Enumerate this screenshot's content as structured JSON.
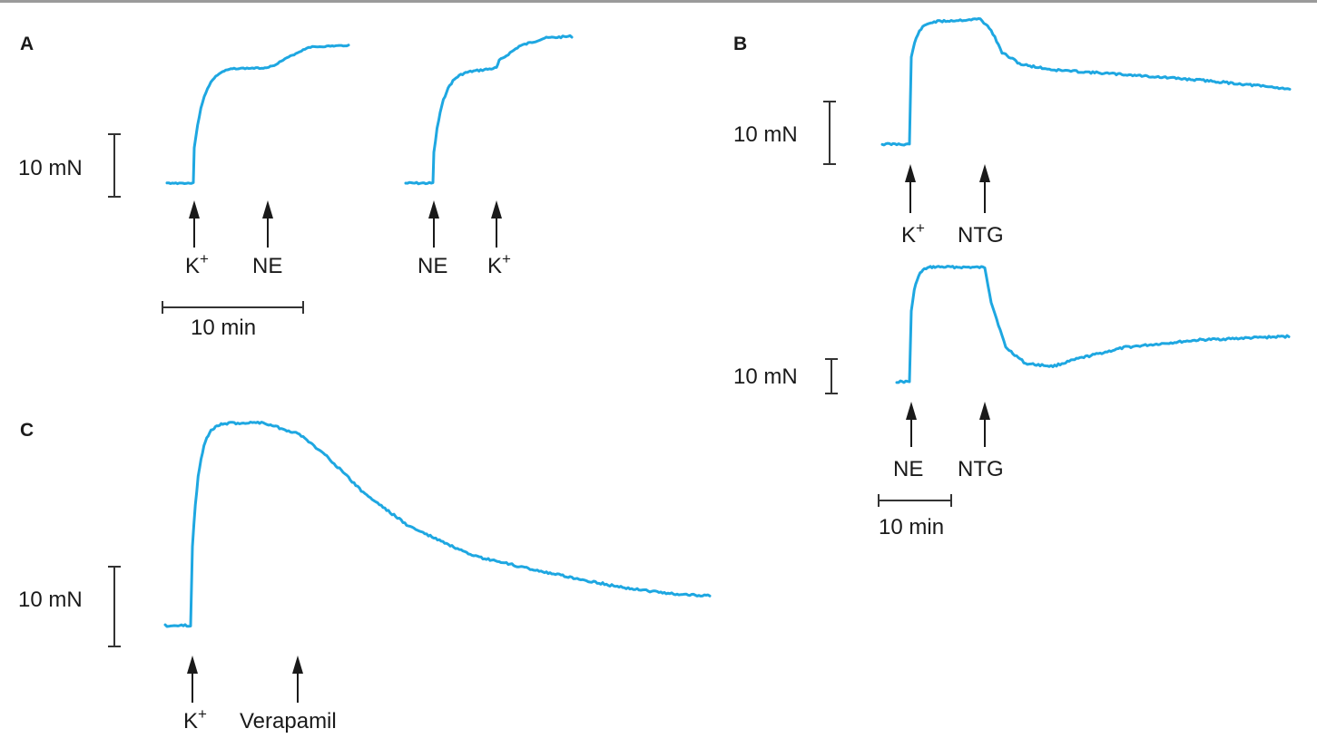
{
  "colors": {
    "trace": "#1ea7e1",
    "ink": "#1a1a1a"
  },
  "panels": {
    "A": {
      "letter": "A",
      "force_scale": "10 mN",
      "time_scale": "10 min",
      "trace1": {
        "markers": [
          "K+",
          "NE"
        ]
      },
      "trace2": {
        "markers": [
          "NE",
          "K+"
        ]
      }
    },
    "B": {
      "letter": "B",
      "trace1": {
        "force_scale": "10 mN",
        "markers": [
          "K+",
          "NTG"
        ]
      },
      "trace2": {
        "force_scale": "10 mN",
        "markers": [
          "NE",
          "NTG"
        ]
      },
      "time_scale": "10 min"
    },
    "C": {
      "letter": "C",
      "force_scale": "10 mN",
      "markers": [
        "K+",
        "Verapamil"
      ]
    }
  }
}
